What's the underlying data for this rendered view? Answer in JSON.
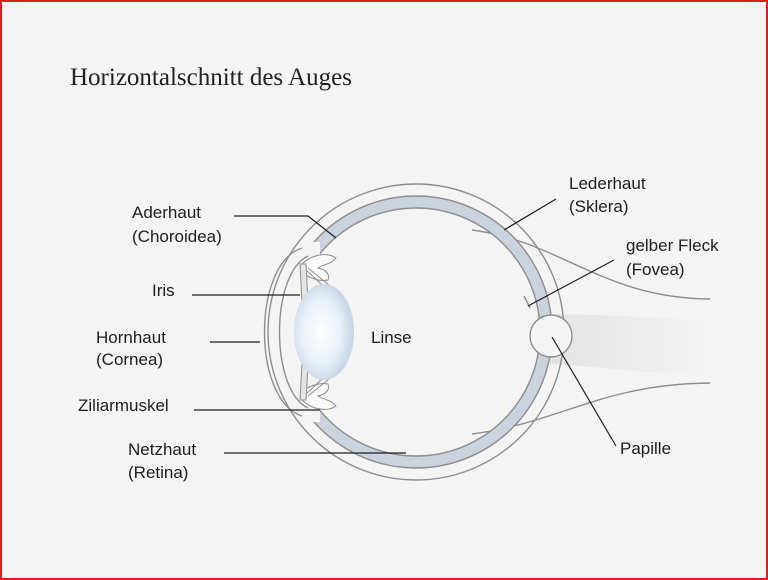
{
  "title": "Horizontalschnitt des Auges",
  "labels": {
    "aderhaut": [
      "Aderhaut",
      "(Choroidea)"
    ],
    "iris": [
      "Iris"
    ],
    "hornhaut": [
      "Hornhaut",
      "(Cornea)"
    ],
    "ziliarmuskel": [
      "Ziliarmuskel"
    ],
    "netzhaut": [
      "Netzhaut",
      "(Retina)"
    ],
    "linse": [
      "Linse"
    ],
    "lederhaut": [
      "Lederhaut",
      "(Sklera)"
    ],
    "gelber_fleck": [
      "gelber Fleck",
      "(Fovea)"
    ],
    "papille": [
      "Papille"
    ]
  },
  "colors": {
    "frame": "#e0201c",
    "background": "#f4f4f4",
    "choroid": "#c9d4de",
    "outline": "#8e8e8e",
    "lens": "#dfe9f3"
  }
}
